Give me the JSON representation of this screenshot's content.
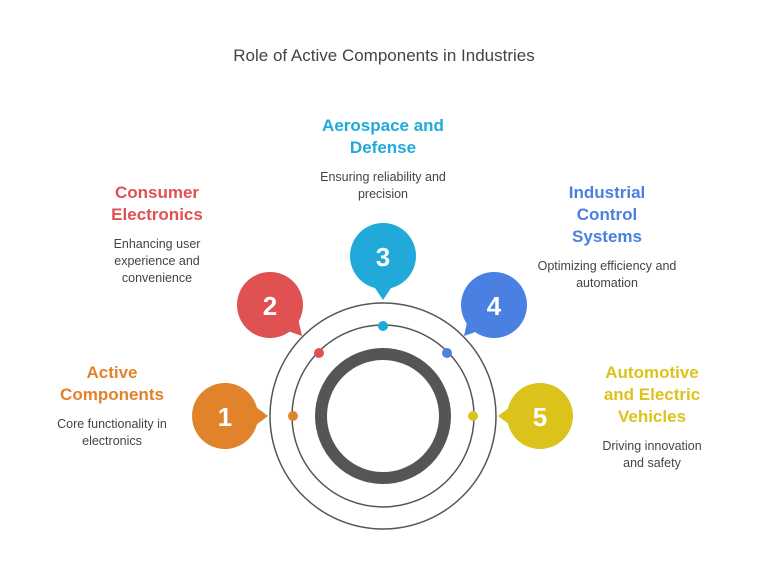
{
  "title": "Role of Active Components in Industries",
  "items": [
    {
      "number": "1",
      "title": "Active Components",
      "description": "Core functionality in electronics",
      "color": "#E0832A"
    },
    {
      "number": "2",
      "title": "Consumer Electronics",
      "description": "Enhancing user experience and convenience",
      "color": "#E05252"
    },
    {
      "number": "3",
      "title": "Aerospace and Defense",
      "description": "Ensuring reliability and precision",
      "color": "#20A9D9"
    },
    {
      "number": "4",
      "title": "Industrial Control Systems",
      "description": "Optimizing efficiency and automation",
      "color": "#4A80E2"
    },
    {
      "number": "5",
      "title": "Automotive and Electric Vehicles",
      "description": "Driving innovation and safety",
      "color": "#DCC31B"
    }
  ]
}
